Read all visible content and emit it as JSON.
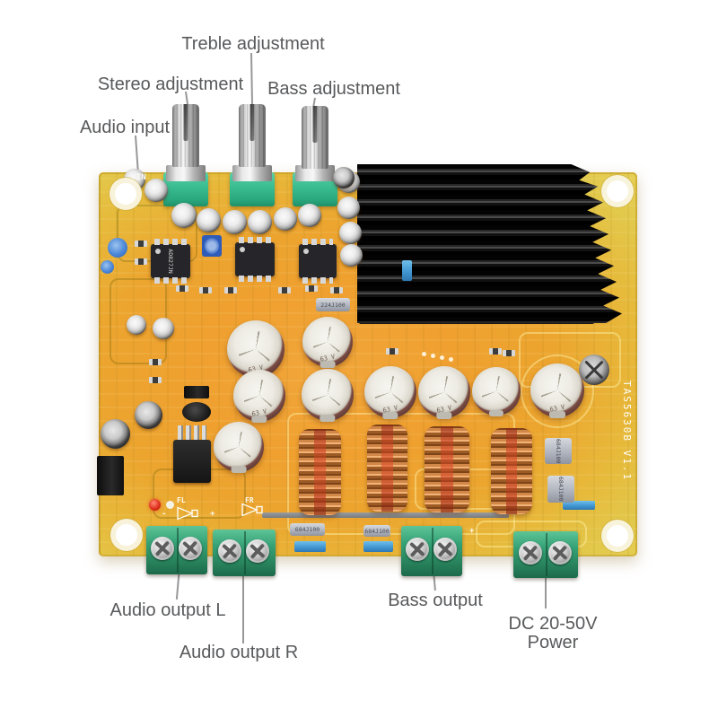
{
  "annotations": {
    "treble": "Treble adjustment",
    "stereo": "Stereo adjustment",
    "bass_adjustment": "Bass adjustment",
    "audio_input": "Audio input",
    "audio_output_l": "Audio output L",
    "audio_output_r": "Audio output R",
    "bass_output": "Bass output",
    "dc_power_line1": "DC 20-50V",
    "dc_power_line2": "Power"
  },
  "board": {
    "model_silkscreen": "TAS5630B V1.1",
    "input_silkscreen": "IN",
    "opamp_label": "AD827JN",
    "capacitor_voltage_label": "63 V",
    "film_capacitor_label": "684J100",
    "film_capacitor_small_label": "224J100",
    "channel_fl_label": "FL",
    "channel_fr_label": "FR",
    "plus_mark": "+",
    "minus_mark": "-"
  },
  "colors": {
    "background": "#ffffff",
    "annotation_text": "#58595b",
    "leader_line": "#97989a",
    "pcb_orange": "#efa02f",
    "pcb_yellow_edge": "#e2c94c",
    "potentiometer_green": "#3cbd92",
    "heatsink_black": "#141414",
    "capacitor_ring_brown": "#5a3833",
    "capacitor_top_silver": "#edebe3",
    "inductor_copper": "#cd7f3f",
    "inductor_core_red": "#c4341e",
    "terminal_green": "#2f9e72",
    "led_red": "#e03020",
    "film_capacitor_gray": "#b9bdc6"
  }
}
